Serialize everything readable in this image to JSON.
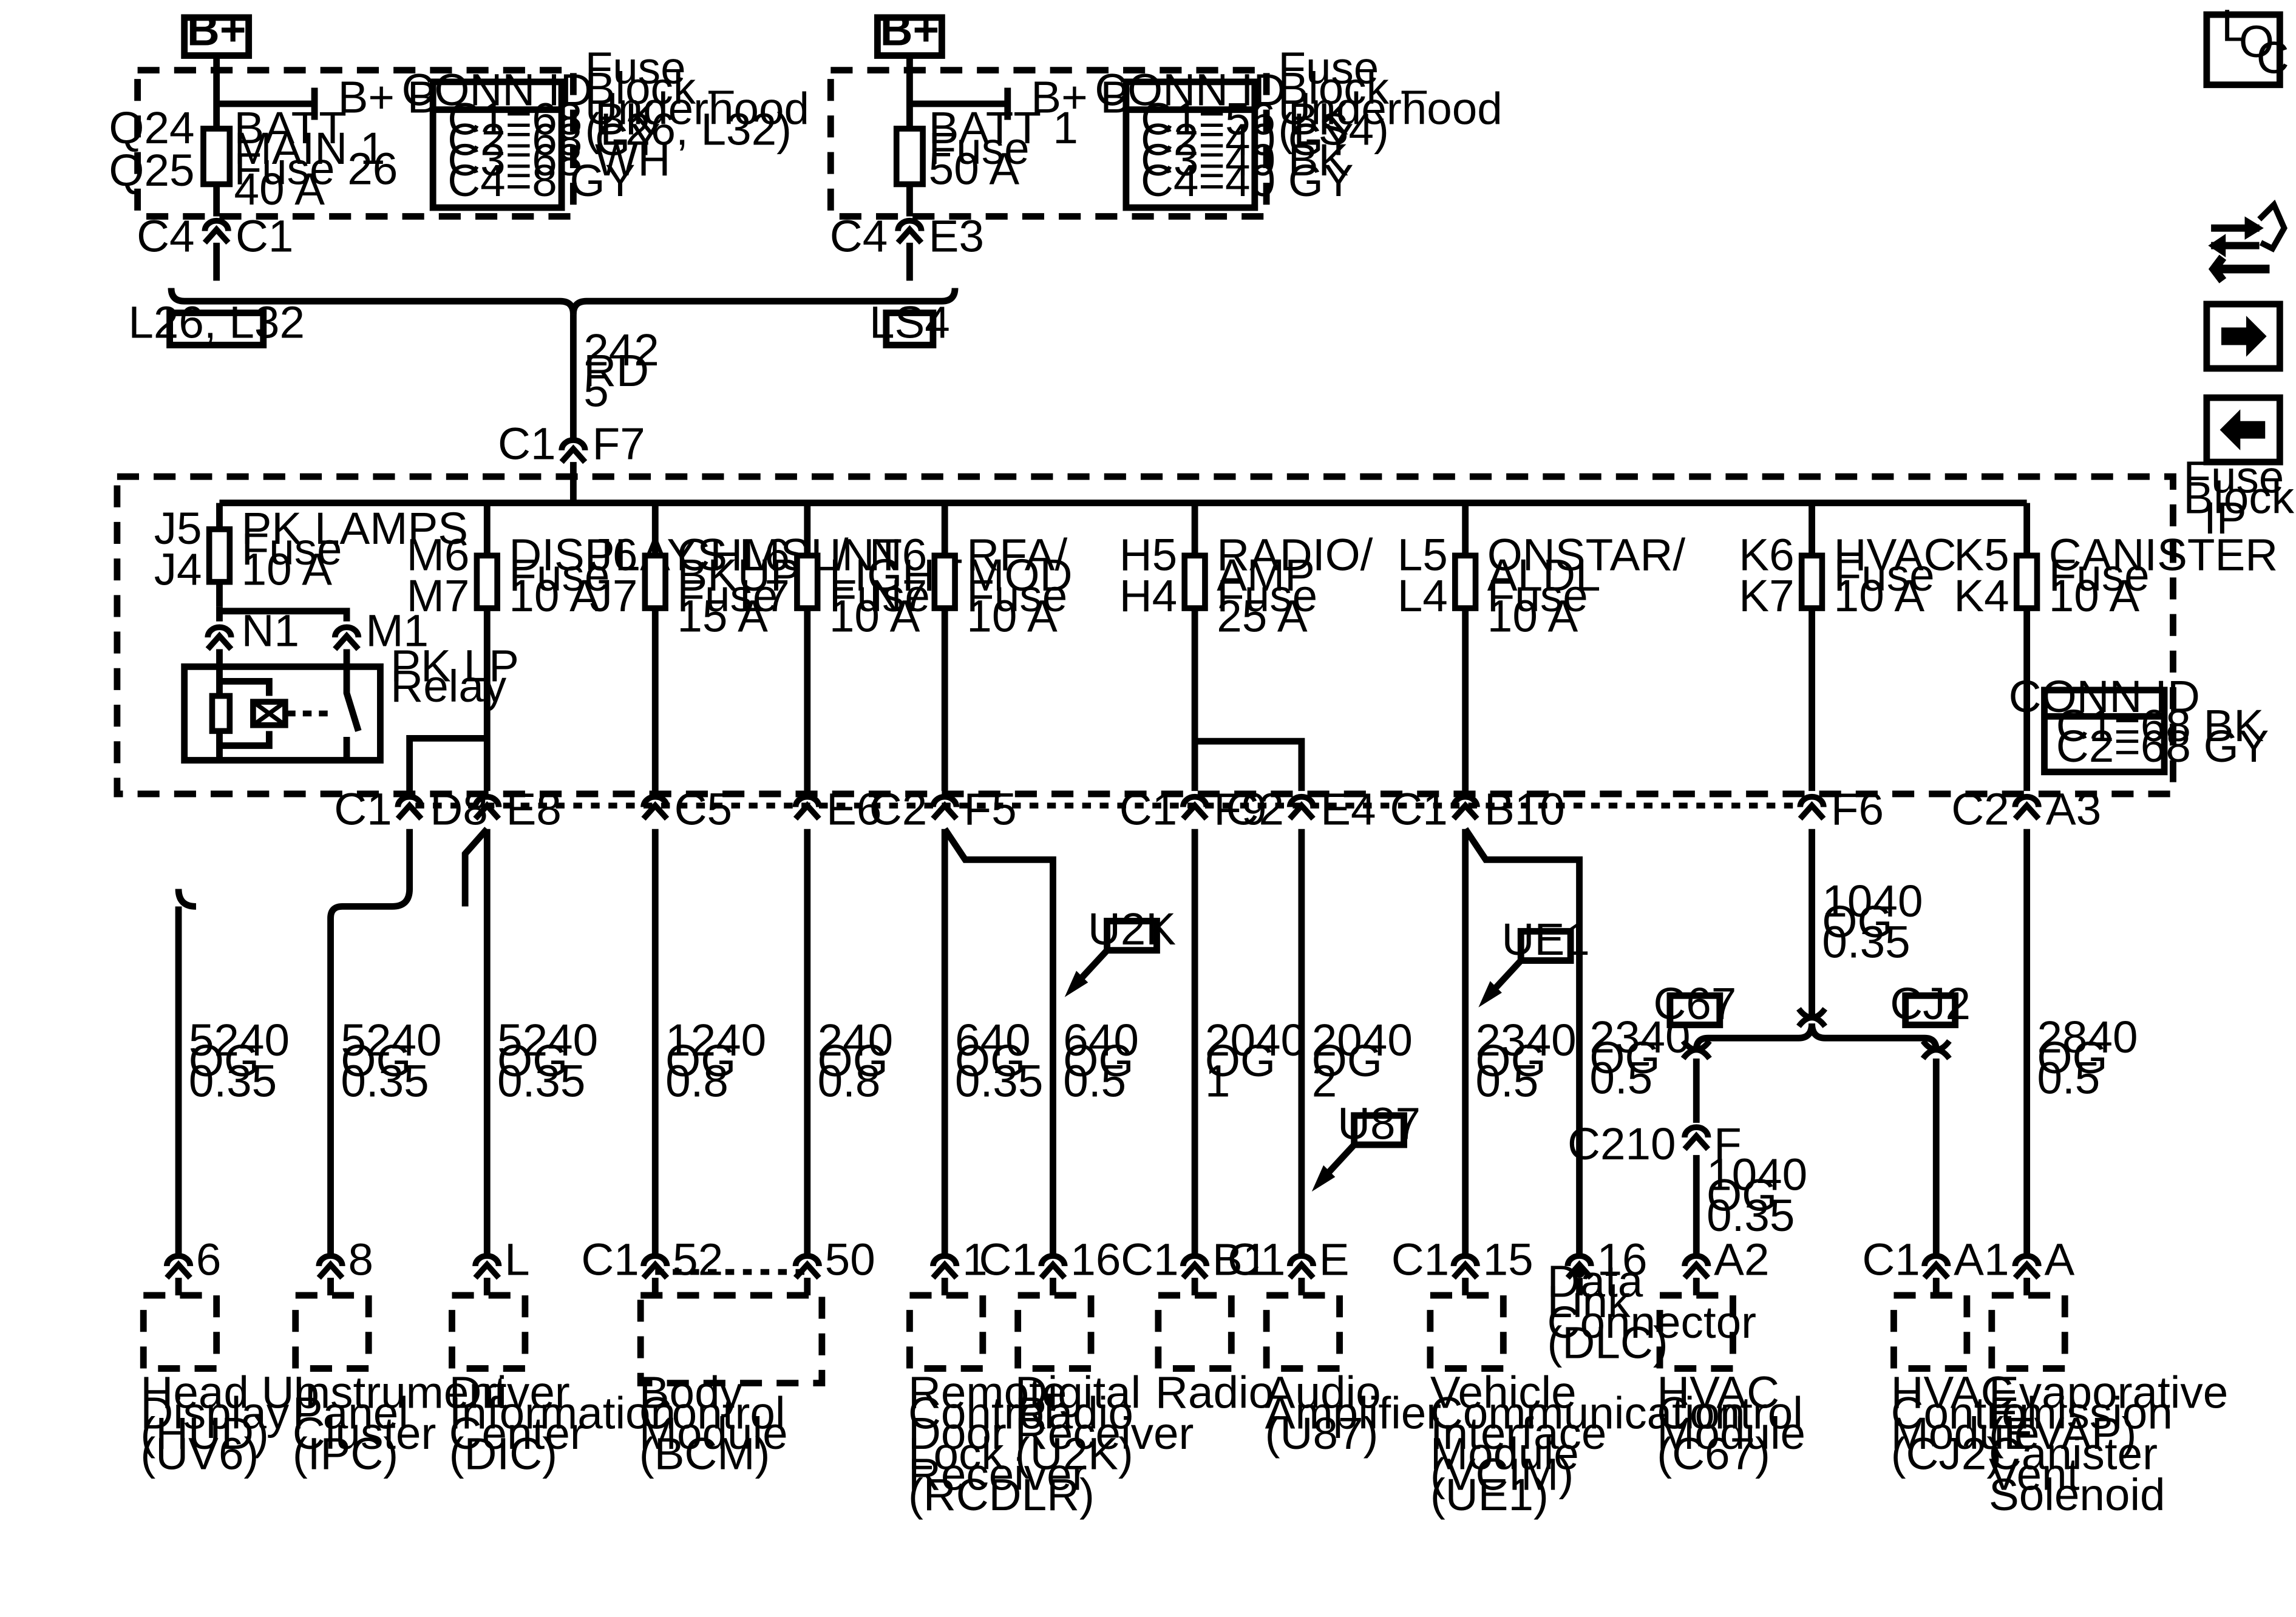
{
  "top_sources": [
    {
      "id": "left",
      "bplus": "B+",
      "bus": "B+ Bus",
      "q_top": "Q24",
      "q_bot": "Q25",
      "fuse_lines": [
        "BATT",
        "MAIN 1",
        "Fuse 26",
        "40 A"
      ],
      "block_lines": [
        "Fuse",
        "Block –",
        "Underhood",
        "(L26, L32)"
      ],
      "conn_title": "CONN ID",
      "conn_lines": [
        "C1=68 BK",
        "C2=68 GY",
        "C3=68 WH",
        "C4=8 GY"
      ],
      "c_left": "C4",
      "c_right": "C1",
      "option": "L26, L32"
    },
    {
      "id": "right",
      "bplus": "B+",
      "bus": "B+ Bus",
      "fuse_lines": [
        "BATT 1",
        "Fuse",
        "50 A"
      ],
      "block_lines": [
        "Fuse",
        "Block –",
        "Underhood",
        "(LS4)"
      ],
      "conn_title": "CONN ID",
      "conn_lines": [
        "C1=56 BK",
        "C2=40 GY",
        "C3=40 BK",
        "C4=40 GY"
      ],
      "c_left": "C4",
      "c_right": "E3",
      "option": "LS4"
    }
  ],
  "feed": {
    "wire": [
      "242",
      "RD",
      "5"
    ],
    "conn_left": "C1",
    "conn_right": "F7"
  },
  "ip_block": {
    "label_lines": [
      "Fuse",
      "Block –",
      "IP"
    ],
    "conn_title": "CONN ID",
    "conn_lines": [
      "C1=68 BK",
      "C2=68 GY"
    ],
    "relay_label": [
      "PK LP",
      "Relay"
    ],
    "relay_n1": "N1",
    "relay_m1": "M1"
  },
  "fuses": [
    {
      "id": "pk-lamps",
      "top": "J5",
      "bot": "J4",
      "lines": [
        "PK LAMPS",
        "Fuse",
        "10 A"
      ]
    },
    {
      "id": "displays",
      "top": "M6",
      "bot": "M7",
      "lines": [
        "DISPLAYS",
        "Fuse",
        "10 A"
      ]
    },
    {
      "id": "chmsl",
      "top": "J6",
      "bot": "J7",
      "lines": [
        "CHMSL/",
        "BKUP",
        "Fuse",
        "15 A"
      ]
    },
    {
      "id": "int-light",
      "top": "L6",
      "bot": "L7",
      "lines": [
        "INT",
        "LIGHT",
        "Fuse",
        "10 A"
      ]
    },
    {
      "id": "rfa-mod",
      "top": "N6",
      "bot": "N7",
      "lines": [
        "RFA/",
        "MOD",
        "Fuse",
        "10 A"
      ]
    },
    {
      "id": "radio-amp",
      "top": "H5",
      "bot": "H4",
      "lines": [
        "RADIO/",
        "AMP",
        "Fuse",
        "25 A"
      ]
    },
    {
      "id": "onstar-aldl",
      "top": "L5",
      "bot": "L4",
      "lines": [
        "ONSTAR/",
        "ALDL",
        "Fuse",
        "10 A"
      ]
    },
    {
      "id": "hvac",
      "top": "K6",
      "bot": "K7",
      "lines": [
        "HVAC",
        "Fuse",
        "10 A"
      ]
    },
    {
      "id": "canister",
      "top": "K5",
      "bot": "K4",
      "lines": [
        "CANISTER",
        "Fuse",
        "10 A"
      ]
    }
  ],
  "bottom_connectors": [
    {
      "id": "c1-d8",
      "conn": "C1",
      "pin": "D8"
    },
    {
      "id": "e8",
      "pin": "E8"
    },
    {
      "id": "c5",
      "pin": "C5"
    },
    {
      "id": "e6",
      "pin": "E6"
    },
    {
      "id": "c2-f5",
      "conn": "C2",
      "pin": "F5"
    },
    {
      "id": "c1-f9",
      "conn": "C1",
      "pin": "F9"
    },
    {
      "id": "c2-e4",
      "conn": "C2",
      "pin": "E4"
    },
    {
      "id": "c1-b10",
      "conn": "C1",
      "pin": "B10"
    },
    {
      "id": "f6",
      "pin": "F6"
    },
    {
      "id": "c2-a3",
      "conn": "C2",
      "pin": "A3"
    }
  ],
  "wires": [
    {
      "id": "hud",
      "lines": [
        "5240",
        "OG",
        "0.35"
      ]
    },
    {
      "id": "ipc",
      "lines": [
        "5240",
        "OG",
        "0.35"
      ]
    },
    {
      "id": "dic",
      "lines": [
        "5240",
        "OG",
        "0.35"
      ]
    },
    {
      "id": "bcm-c5",
      "lines": [
        "1240",
        "OG",
        "0.8"
      ]
    },
    {
      "id": "bcm-e6",
      "lines": [
        "240",
        "OG",
        "0.8"
      ]
    },
    {
      "id": "rcdlr",
      "lines": [
        "640",
        "OG",
        "0.35"
      ]
    },
    {
      "id": "u2k",
      "lines": [
        "640",
        "OG",
        "0.5"
      ]
    },
    {
      "id": "radio",
      "lines": [
        "2040",
        "OG",
        "1"
      ]
    },
    {
      "id": "amp",
      "lines": [
        "2040",
        "OG",
        "2"
      ]
    },
    {
      "id": "vcim",
      "lines": [
        "2340",
        "OG",
        "0.5"
      ]
    },
    {
      "id": "dlc",
      "lines": [
        "2340",
        "OG",
        "0.5"
      ]
    },
    {
      "id": "hvac-main",
      "lines": [
        "1040",
        "OG",
        "0.35"
      ]
    },
    {
      "id": "hvac-c67",
      "lines": [
        "1040",
        "OG",
        "0.35"
      ]
    },
    {
      "id": "evap",
      "lines": [
        "2840",
        "OG",
        "0.5"
      ]
    }
  ],
  "options": {
    "u2k": "U2K",
    "ue1": "UE1",
    "u87": "U87",
    "c67": "C67",
    "cj2": "CJ2"
  },
  "inline_connector": {
    "conn": "C210",
    "pin": "F"
  },
  "modules": [
    {
      "id": "hud",
      "pin": "6",
      "lines": [
        "Head Up",
        "Display",
        "(HUD)",
        "(UV6)"
      ]
    },
    {
      "id": "ipc",
      "pin": "8",
      "lines": [
        "Instrument",
        "Panel",
        "Cluster",
        "(IPC)"
      ]
    },
    {
      "id": "dic",
      "pin": "L",
      "lines": [
        "Driver",
        "Information",
        "Center",
        "(DIC)"
      ]
    },
    {
      "id": "bcm",
      "conn": "C1",
      "pin": "52",
      "pin2": "50",
      "lines": [
        "Body",
        "Control",
        "Module",
        "(BCM)"
      ]
    },
    {
      "id": "rcdlr",
      "pin": "1",
      "lines": [
        "Remote",
        "Control",
        "Door",
        "Lock",
        "Receiver",
        "(RCDLR)"
      ]
    },
    {
      "id": "u2k",
      "conn": "C1",
      "pin": "16",
      "lines": [
        "Digital",
        "Radio",
        "Receiver",
        "(U2K)"
      ]
    },
    {
      "id": "radio",
      "conn": "C1",
      "pin": "B1",
      "lines": [
        "Radio"
      ]
    },
    {
      "id": "amp",
      "conn": "C1",
      "pin": "E",
      "lines": [
        "Audio",
        "Amplifier",
        "(U87)"
      ]
    },
    {
      "id": "vcim",
      "conn": "C1",
      "pin": "15",
      "lines": [
        "Vehicle",
        "Communication",
        "Interface",
        "Module",
        "(VCIM)",
        "(UE1)"
      ]
    },
    {
      "id": "dlc",
      "pin": "16",
      "lines": [
        "Data",
        "Link",
        "Connector",
        "(DLC)"
      ]
    },
    {
      "id": "c67",
      "pin": "A2",
      "lines": [
        "HVAC",
        "Control",
        "Module",
        "(C67)"
      ]
    },
    {
      "id": "cj2",
      "conn": "C1",
      "pin": "A1",
      "lines": [
        "HVAC",
        "Control",
        "Module",
        "(CJ2)"
      ]
    },
    {
      "id": "evap",
      "pin": "A",
      "lines": [
        "Evaporative",
        "Emission",
        "(EVAP)",
        "Canister",
        "Vent",
        "Solenoid"
      ]
    }
  ],
  "nav": {
    "loc_letters": [
      "L",
      "O",
      "C"
    ]
  }
}
